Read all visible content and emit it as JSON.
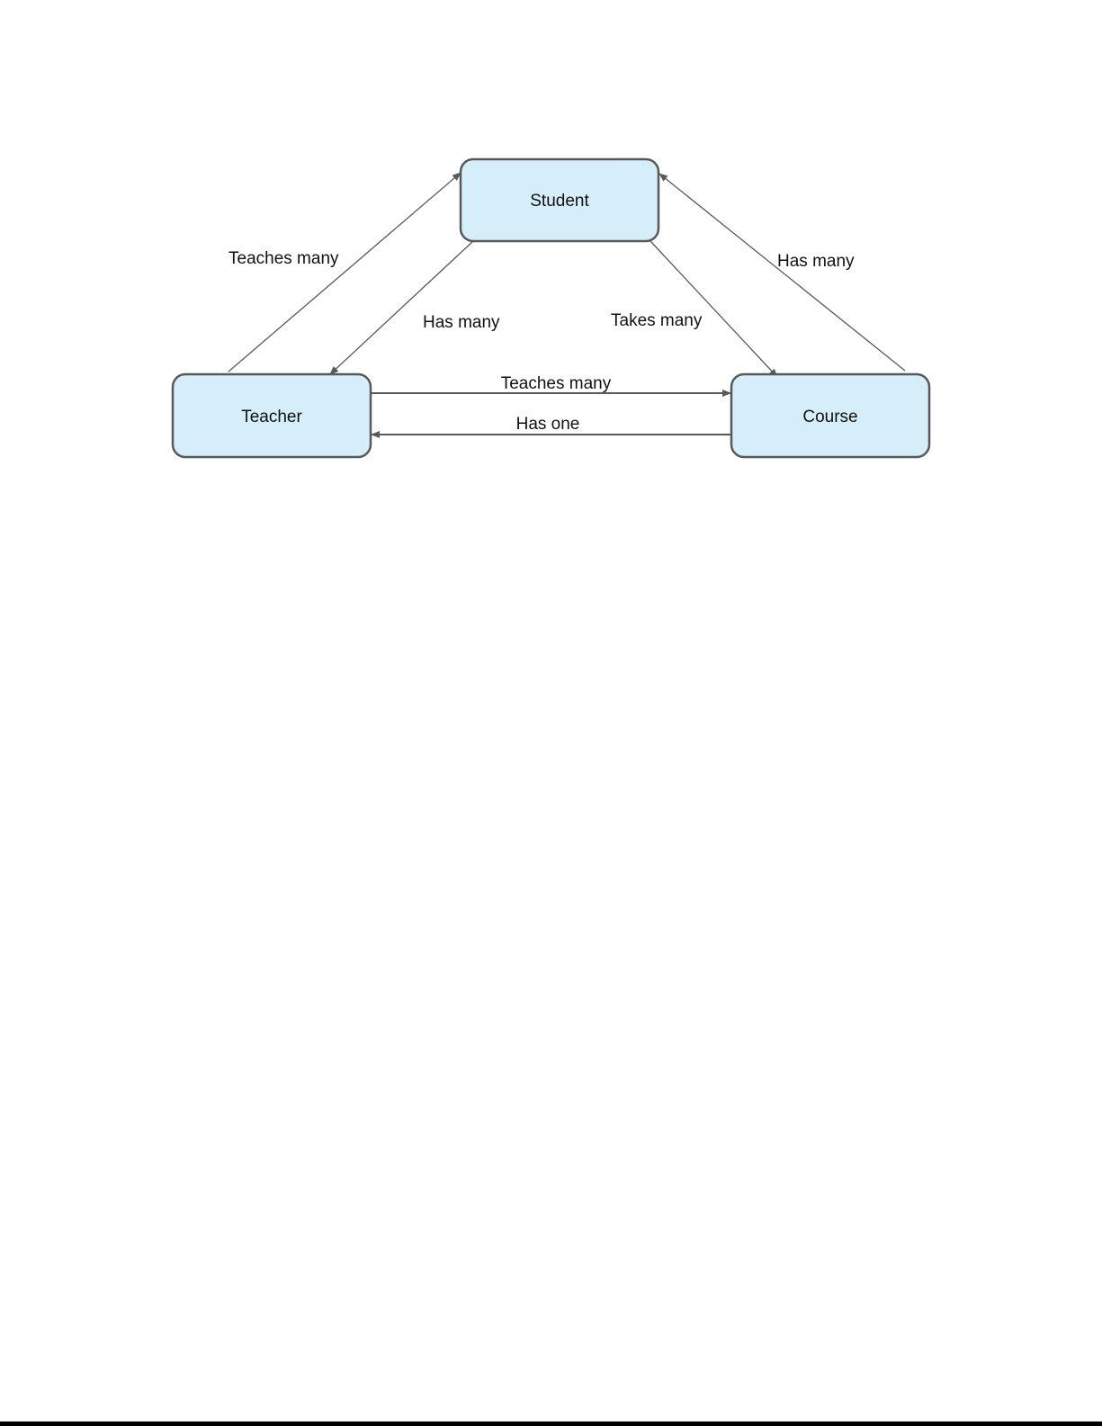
{
  "diagram": {
    "nodes": {
      "student": "Student",
      "teacher": "Teacher",
      "course": "Course"
    },
    "edges": {
      "teacher_to_student": "Teaches many",
      "student_to_teacher": "Has many",
      "student_to_course": "Takes many",
      "course_to_student": "Has many",
      "teacher_to_course": "Teaches many",
      "course_to_teacher": "Has one"
    }
  },
  "colors": {
    "node_fill": "#d6eefa",
    "node_border": "#595959",
    "edge": "#595959",
    "text": "#111111"
  }
}
